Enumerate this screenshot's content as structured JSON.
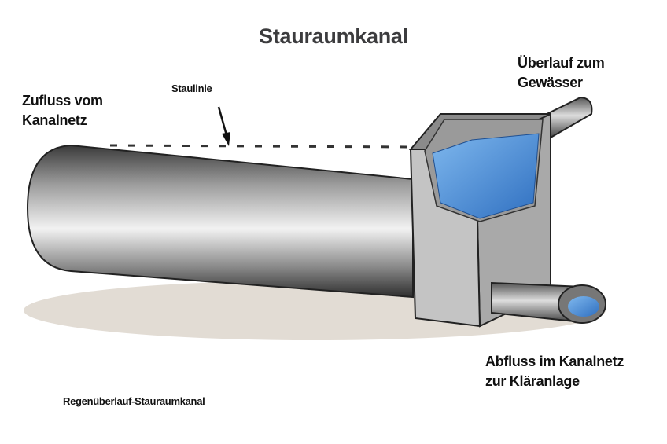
{
  "title": "Stauraumkanal",
  "labels": {
    "overflow": [
      "Überlauf zum",
      "Gewässer"
    ],
    "backwater_line": "Staulinie",
    "inflow": [
      "Zufluss vom",
      "Kanalnetz"
    ],
    "outflow": [
      "Abfluss im Kanalnetz",
      "zur Kläranlage"
    ],
    "caption": "Regenüberlauf-Stauraumkanal"
  },
  "colors": {
    "water": "#4a8fd6",
    "text": "#111111",
    "title": "#3c3c3e"
  }
}
